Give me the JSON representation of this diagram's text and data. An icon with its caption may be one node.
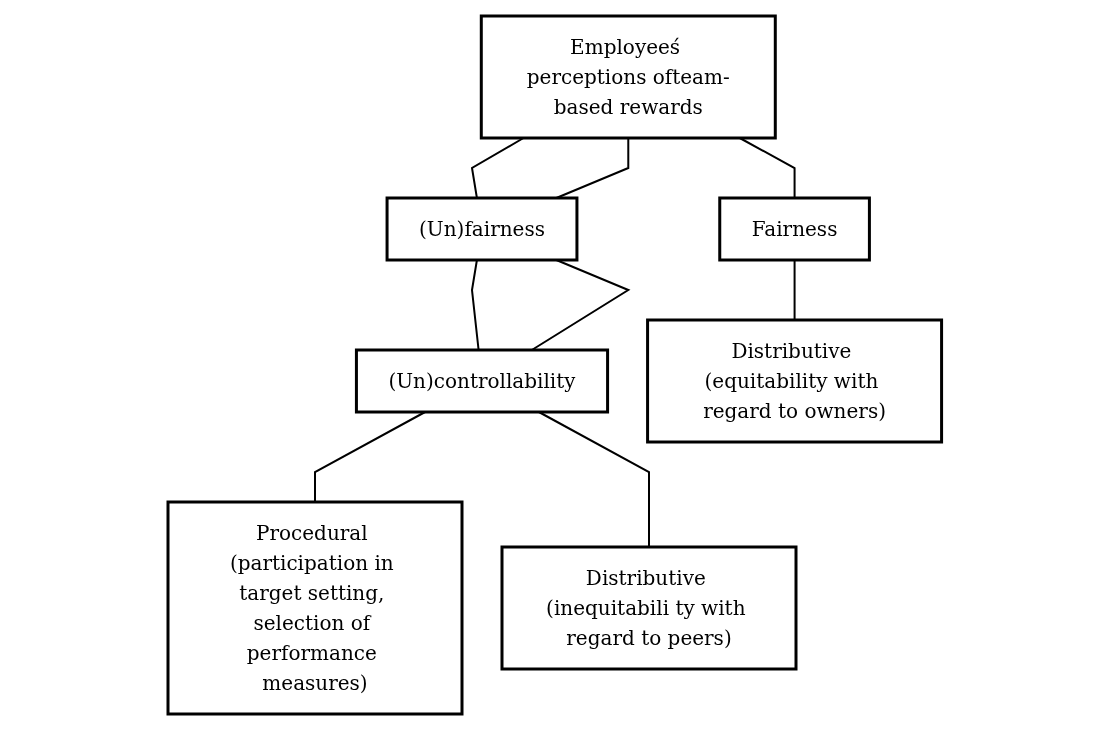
{
  "diagram": {
    "nodes": [
      {
        "text": [
          "Employeeś perceptions ofteam-based rewards"
        ]
      },
      {
        "text": [
          "(Un)fairness"
        ]
      },
      {
        "text": [
          "Fairness"
        ]
      },
      {
        "text": [
          "(Un)controllability"
        ]
      },
      {
        "text": [
          "Distributive (equitability with regard to owners)"
        ]
      },
      {
        "text": [
          "Procedural (participation in target setting, selection of performance measures)"
        ]
      },
      {
        "text": [
          "Distributive (inequitabili ty with regard to peers)"
        ]
      }
    ],
    "edges": [
      {
        "from": 0,
        "to": 1,
        "arrow": "none"
      },
      {
        "from": 0,
        "to": 1,
        "arrow": "none"
      },
      {
        "from": 0,
        "to": 2,
        "arrow": "none"
      },
      {
        "from": 1,
        "to": 3,
        "arrow": "none"
      },
      {
        "from": 1,
        "to": 3,
        "arrow": "none"
      },
      {
        "from": 2,
        "to": 4,
        "arrow": "none"
      },
      {
        "from": 3,
        "to": 5,
        "arrow": "none"
      },
      {
        "from": 3,
        "to": 6,
        "arrow": "none"
      }
    ]
  }
}
